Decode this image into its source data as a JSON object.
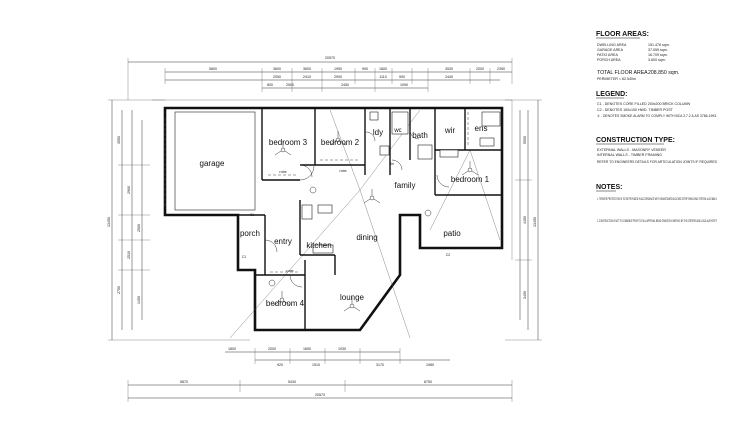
{
  "rooms": {
    "garage": "garage",
    "bedroom3": "bedroom 3",
    "bedroom2": "bedroom 2",
    "bedroom1": "bedroom 1",
    "bedroom4": "bedroom 4",
    "ldy": "ldy",
    "bath": "bath",
    "wc": "wc",
    "wir": "wir",
    "ens": "ens",
    "family": "family",
    "dining": "dining",
    "kitchen": "kitchen",
    "entry": "entry",
    "porch": "porch",
    "patio": "patio",
    "lounge": "lounge",
    "robe_a": "robe",
    "robe_b": "robe",
    "robe_c": "robe",
    "linen": "lin"
  },
  "markers": {
    "c1": "C1",
    "c2": "C2",
    "c1b": "C1"
  },
  "dimensions": {
    "top_overall": "20570",
    "top_row1": [
      "5800",
      "3600",
      "3600",
      "1950",
      "900",
      "1800",
      "3530",
      "2000",
      "2390"
    ],
    "top_row2": [
      "2050",
      "2410",
      "2900",
      "1110",
      "900",
      "2440"
    ],
    "top_row3": [
      "800",
      "2500",
      "2450",
      "1090"
    ],
    "bottom_row1": [
      "1800",
      "2000",
      "1650",
      "1930",
      "920",
      "1510",
      "3170",
      "1980"
    ],
    "bottom_row2": [
      "5870",
      "5430",
      "8750"
    ],
    "bottom_overall": "20570",
    "left_overall": "13450",
    "left_parts": [
      "3550",
      "2900",
      "2500",
      "2510",
      "2750",
      "1450"
    ],
    "right_overall": "13450",
    "right_parts": [
      "5550",
      "4450",
      "3450"
    ]
  },
  "floor_areas": {
    "heading": "FLOOR AREAS:",
    "rows": [
      {
        "label": "DWELLING AREA",
        "value": "151.478 sqm."
      },
      {
        "label": "GARAGE AREA",
        "value": "37.059 sqm."
      },
      {
        "label": "PATIO AREA",
        "value": "16.709 sqm."
      },
      {
        "label": "PORCH AREA",
        "value": "3.600 sqm."
      }
    ],
    "total_label": "TOTAL FLOOR AREA",
    "total_value": "208.850 sqm.",
    "perimeter": "PERIMETER = 62.540m"
  },
  "legend": {
    "heading": "LEGEND:",
    "items": [
      "C1 - DENOTES CORE FILLED 200x200 BRICK COLUMN",
      "C2 - DENOTES 100x100 HWD. TIMBER POST",
      "① - DENOTES SMOKE ALARM TO COMPLY WITH BCA 3.7.2 & AS 3786-1993."
    ]
  },
  "construction": {
    "heading": "CONSTRUCTION TYPE:",
    "items": [
      "EXTERNAL WALLS - MASONRY VENEER",
      "INTERNAL WALLS - TIMBER FRAMING",
      "REFER TO ENGINEERS DETAILS FOR ARTICULATION JOINTS IF REQUIRED"
    ]
  },
  "notes": {
    "heading": "NOTES:",
    "items": [
      "1. TERMITE PROTECTION IS TO BE PROVIDED IN ACCORDANCE WITH GRANITGARD BLOCKED STRIP SHIELDING SYSTEM & AS 3660.1",
      "2. CONSTRUCTION IS NOT TO COMMENCE PRIOR TO FULL APPROVAL BEING GRANTED IN WRITING BY THE CERTIFIER AND LOCAL AUTHORITY"
    ]
  }
}
